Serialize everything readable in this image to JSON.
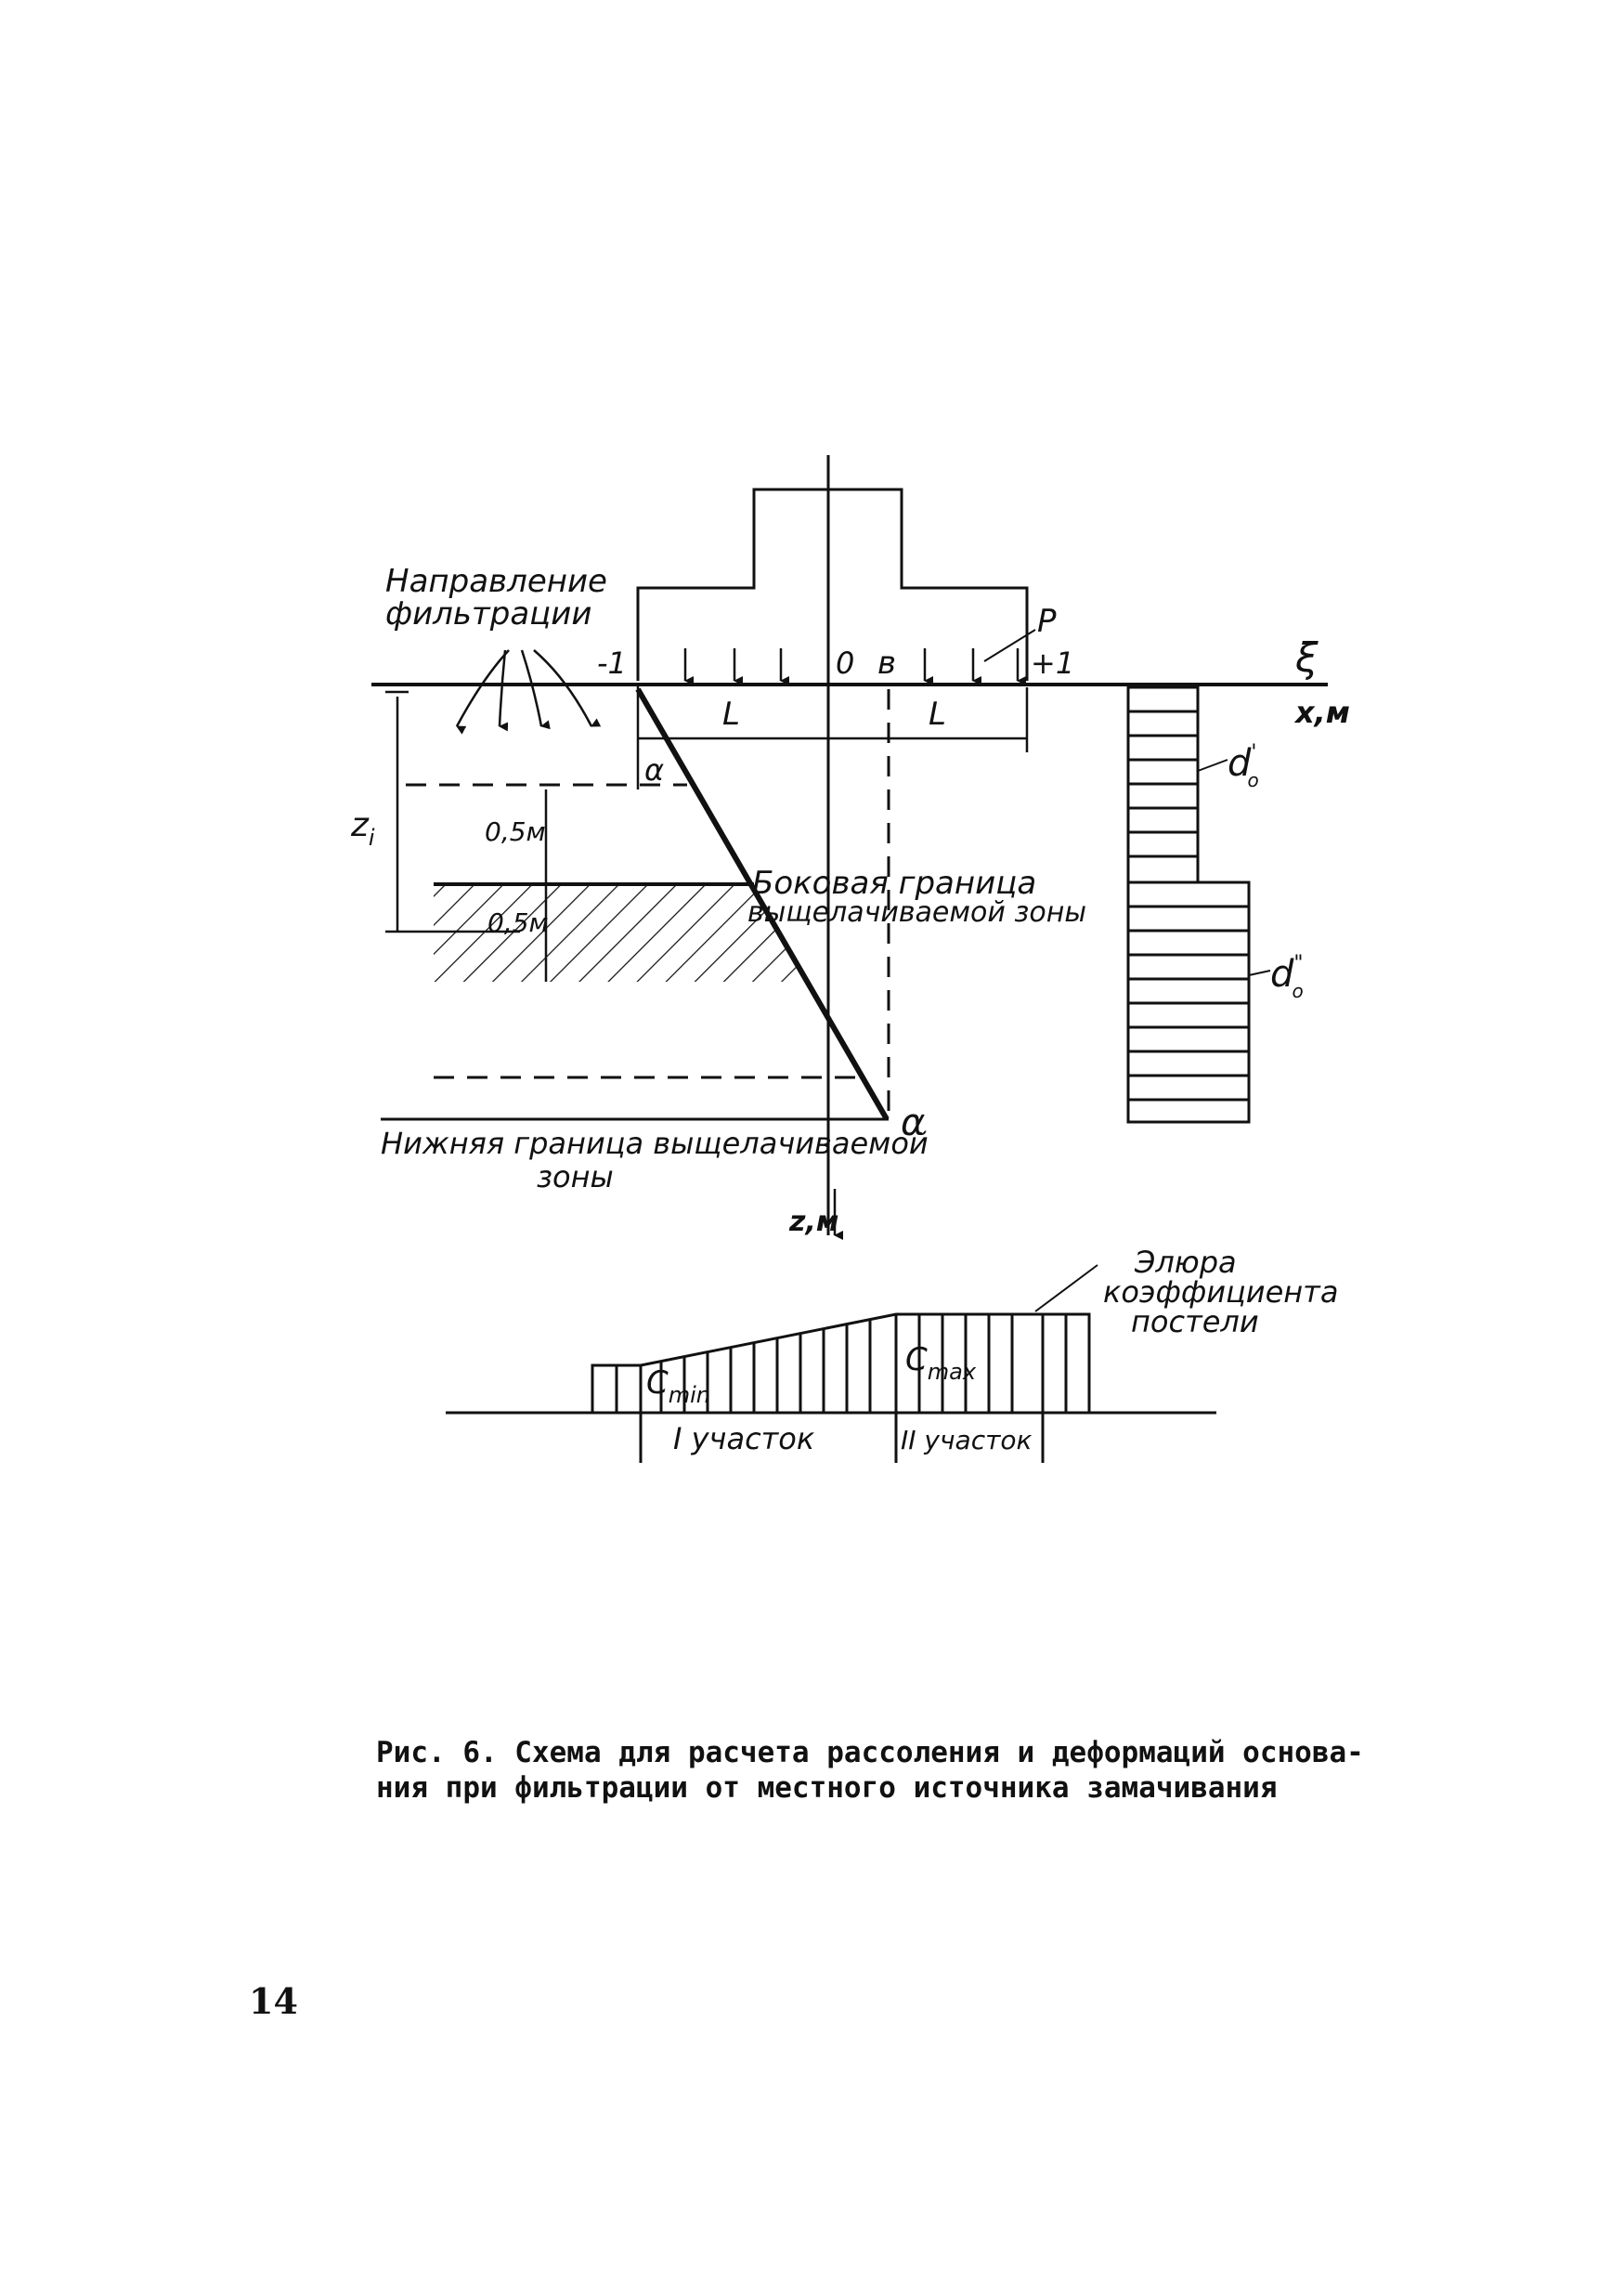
{
  "diagram": {
    "filtration_label": [
      "Направление",
      "фильтрации"
    ],
    "load_label": "P",
    "axis_xi_label": "ξ",
    "axis_x_label": "x,м",
    "axis_z_label": "z,м",
    "tick_minus_one": "-1",
    "tick_zero": "0",
    "tick_b": "в",
    "tick_plus_one": "+1",
    "half_width_label": "L",
    "depth_label": "z",
    "depth_subscript": "i",
    "layer_label_upper": "0,5м",
    "layer_label_lower": "0,5м",
    "angle_label": "α",
    "side_boundary_label": [
      "Боковая граница",
      "выщелачиваемой зоны"
    ],
    "bottom_boundary_label": [
      "Нижняя граница выщелачиваемой",
      "зоны"
    ],
    "d_upper_base": "d",
    "d_upper_sub": "o",
    "d_upper_prime": "'",
    "d_lower_base": "d",
    "d_lower_sub": "o",
    "d_lower_prime": "\"",
    "epure_label": [
      "Элюра",
      "коэффициента",
      "постели"
    ],
    "c_min_base": "C",
    "c_min_sub": "min",
    "c_max_base": "C",
    "c_max_sub": "max",
    "section_one": "I участок",
    "section_two": "II участок"
  },
  "caption": {
    "line1": "Рис. 6. Схема для расчета рассоления и деформаций основа-",
    "line2": "ния при фильтрации от местного источника замачивания"
  },
  "page_number": "14"
}
